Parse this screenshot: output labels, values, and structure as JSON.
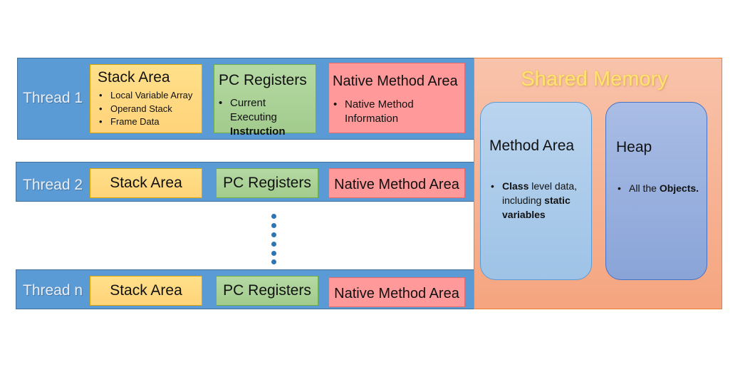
{
  "threads": [
    {
      "label": "Thread 1",
      "stack": {
        "title": "Stack Area",
        "items": [
          "Local Variable Array",
          "Operand Stack",
          "Frame Data"
        ]
      },
      "pc": {
        "title": "PC Registers",
        "item_line1": "Current Executing",
        "item_line2": "Instruction"
      },
      "native": {
        "title": "Native Method Area",
        "item_line1": "Native Method",
        "item_line2": "Information"
      }
    },
    {
      "label": "Thread 2",
      "stack": {
        "title": "Stack Area"
      },
      "pc": {
        "title": "PC Registers"
      },
      "native": {
        "title": "Native Method Area"
      }
    },
    {
      "label": "Thread n",
      "stack": {
        "title": "Stack Area"
      },
      "pc": {
        "title": "PC Registers"
      },
      "native": {
        "title": "Native Method Area"
      }
    }
  ],
  "shared": {
    "title": "Shared Memory",
    "method_area": {
      "title": "Method Area",
      "bullet_bold1": "Class",
      "bullet_text1": " level data,",
      "bullet_text2": "including ",
      "bullet_bold2": "static",
      "bullet_bold3": "variables"
    },
    "heap": {
      "title": "Heap",
      "bullet_text": "All the ",
      "bullet_bold": "Objects."
    }
  },
  "colors": {
    "thread_bg": "#5b9bd5",
    "stack_bg": "#ffd37a",
    "pc_bg": "#a9d18e",
    "native_bg": "#ff999a",
    "shared_bg": "#f4b183",
    "shared_title": "#ffe56b",
    "method_bg": "#9dc3e6",
    "heap_bg": "#8faadc"
  }
}
